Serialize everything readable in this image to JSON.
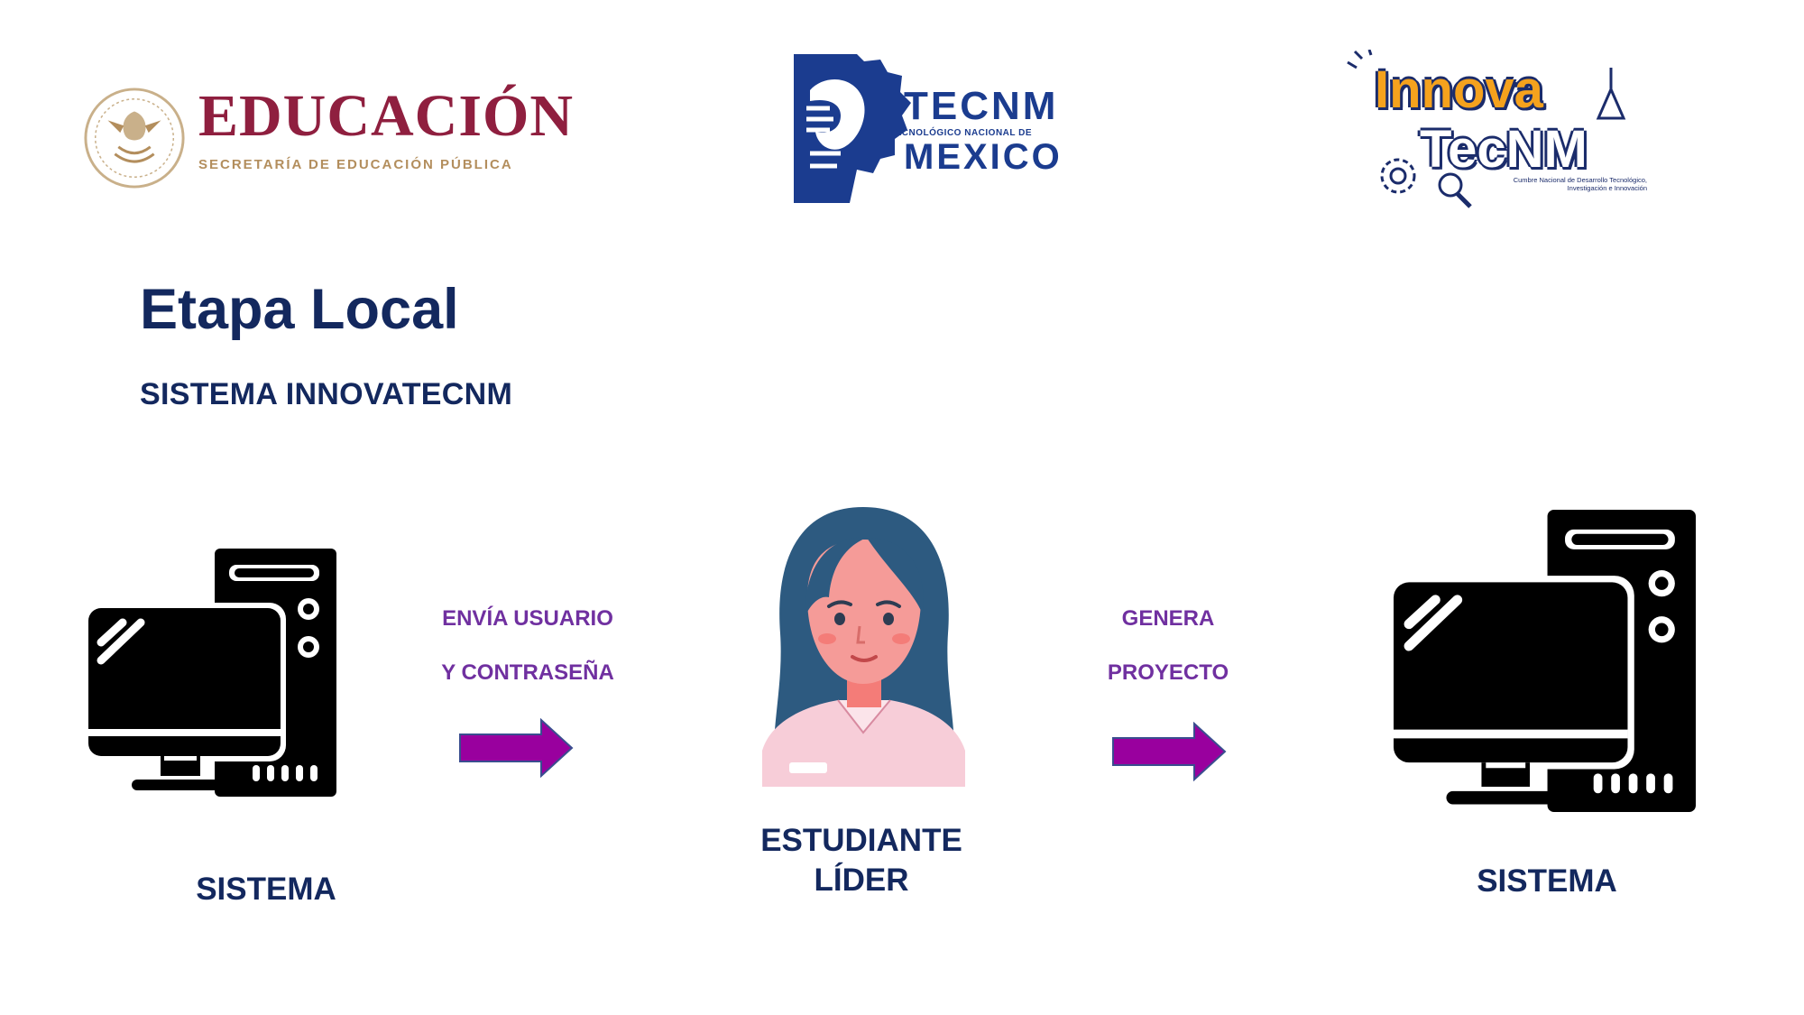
{
  "logos": {
    "sep": {
      "word": "EDUCACIÓN",
      "subtitle": "SECRETARÍA DE EDUCACIÓN PÚBLICA"
    },
    "tecnm": {
      "line1": "TECNM",
      "line2": "TECNOLÓGICO NACIONAL DE",
      "line3": "MEXICO"
    },
    "innova": {
      "word1": "Innova",
      "word2": "TecNM",
      "caption": "Cumbre Nacional de Desarrollo Tecnológico, Investigación e Innovación"
    }
  },
  "title": "Etapa Local",
  "subtitle": "SISTEMA INNOVATECNM",
  "diagram": {
    "nodes": {
      "left": {
        "label": "SISTEMA",
        "icon": "desktop-computer-icon"
      },
      "center": {
        "label_line1": "ESTUDIANTE",
        "label_line2": "LÍDER",
        "icon": "student-avatar-icon"
      },
      "right": {
        "label": "SISTEMA",
        "icon": "desktop-computer-icon"
      }
    },
    "edges": [
      {
        "from": "left",
        "to": "center",
        "line1": "ENVÍA USUARIO",
        "line2": "Y CONTRASEÑA"
      },
      {
        "from": "center",
        "to": "right",
        "line1": "GENERA",
        "line2": "PROYECTO"
      }
    ]
  },
  "colors": {
    "title": "#13285e",
    "edge_text": "#7030a0",
    "arrow_fill": "#99009e",
    "arrow_stroke": "#3a4d8f",
    "icon": "#000000",
    "sep_red": "#8f1f3f",
    "sep_gold": "#b38e5d",
    "tecnm_blue": "#1b3c8f",
    "innova_orange": "#f5a21d"
  }
}
